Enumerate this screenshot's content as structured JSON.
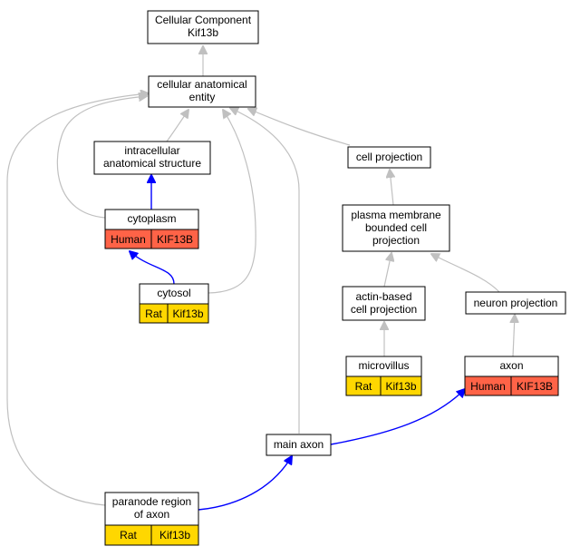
{
  "colors": {
    "human": "#ff6347",
    "rat": "#ffd700",
    "edge_gray": "#c0c0c0",
    "edge_blue": "#0000ff"
  },
  "nodes": {
    "root": {
      "lines": [
        "Cellular Component",
        "Kif13b"
      ]
    },
    "cellular_anatomical_entity": {
      "lines": [
        "cellular anatomical",
        "entity"
      ]
    },
    "intracellular_anatomical_structure": {
      "lines": [
        "intracellular",
        "anatomical structure"
      ]
    },
    "cell_projection": {
      "lines": [
        "cell projection"
      ]
    },
    "cytoplasm": {
      "lines": [
        "cytoplasm"
      ],
      "species": "Human",
      "gene": "KIF13B"
    },
    "plasma_membrane_bounded_cell_projection": {
      "lines": [
        "plasma membrane",
        "bounded cell",
        "projection"
      ]
    },
    "cytosol": {
      "lines": [
        "cytosol"
      ],
      "species": "Rat",
      "gene": "Kif13b"
    },
    "actin_based_cell_projection": {
      "lines": [
        "actin-based",
        "cell projection"
      ]
    },
    "neuron_projection": {
      "lines": [
        "neuron projection"
      ]
    },
    "microvillus": {
      "lines": [
        "microvillus"
      ],
      "species": "Rat",
      "gene": "Kif13b"
    },
    "axon": {
      "lines": [
        "axon"
      ],
      "species": "Human",
      "gene": "KIF13B"
    },
    "main_axon": {
      "lines": [
        "main axon"
      ]
    },
    "paranode_region_of_axon": {
      "lines": [
        "paranode region",
        "of axon"
      ],
      "species": "Rat",
      "gene": "Kif13b"
    }
  }
}
